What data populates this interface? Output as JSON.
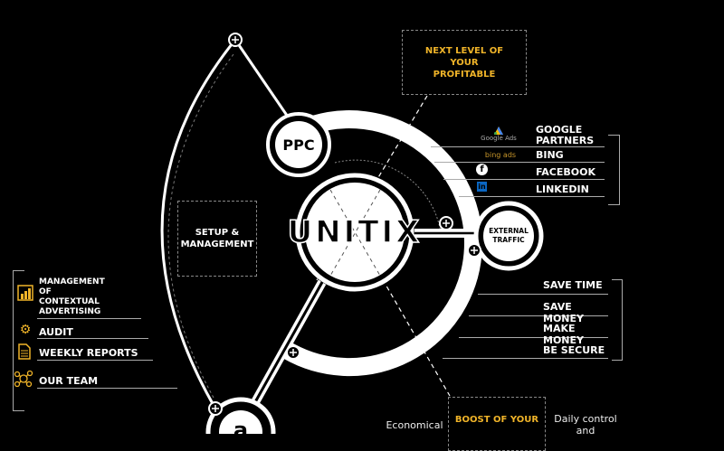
{
  "hub": {
    "title": "UNITIX"
  },
  "nodes": {
    "ppc": "PPC",
    "external": [
      "EXTERNAL",
      "TRAFFIC"
    ],
    "amazon": "a"
  },
  "boxes": {
    "next_level": "NEXT LEVEL OF YOUR PROFITABLE",
    "setup": "SETUP & MANAGEMENT",
    "boost": "BOOST OF YOUR"
  },
  "partners": [
    {
      "logo": "Google Ads",
      "icon": "google-ads-icon",
      "label": "GOOGLE PARTNERS"
    },
    {
      "logo": "bing ads",
      "icon": "bing-icon",
      "label": "BING"
    },
    {
      "logo": "",
      "icon": "facebook-icon",
      "label": "FACEBOOK"
    },
    {
      "logo": "",
      "icon": "linkedin-icon",
      "label": "LINKEDIN"
    }
  ],
  "benefits": [
    "SAVE TIME",
    "SAVE MONEY",
    "MAKE MONEY",
    "BE SECURE"
  ],
  "services": [
    {
      "icon": "bar-chart-icon",
      "label": "MANAGEMENT OF CONTEXTUAL ADVERTISING"
    },
    {
      "icon": "gears-icon",
      "label": "AUDIT"
    },
    {
      "icon": "document-icon",
      "label": "WEEKLY REPORTS"
    },
    {
      "icon": "network-icon",
      "label": "OUR TEAM"
    }
  ],
  "captions": {
    "left": "Economical",
    "right": "Daily control and"
  },
  "colors": {
    "accent": "#f0b429",
    "background": "#000000",
    "foreground": "#ffffff"
  }
}
